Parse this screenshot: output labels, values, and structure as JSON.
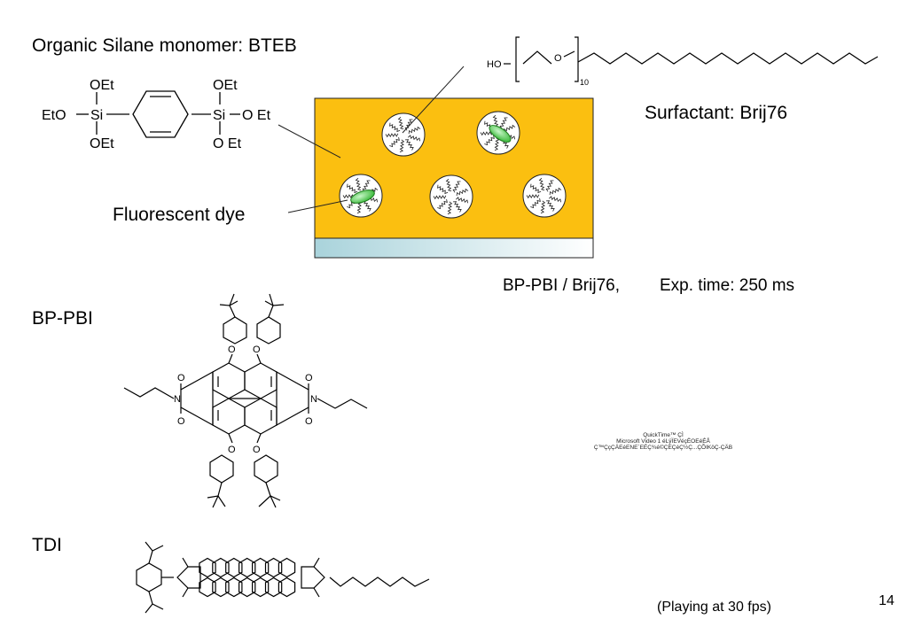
{
  "slide": {
    "title": "Organic Silane monomer: BTEB",
    "surfactant_label": "Surfactant: Brij76",
    "dye_label": "Fluorescent dye",
    "caption_compound": "BP-PBI / Brij76,",
    "caption_exposure": "Exp. time: 250 ms",
    "bppbi_label": "BP-PBI",
    "tdi_label": "TDI",
    "playing_note": "(Playing at 30 fps)",
    "page_number": "14"
  },
  "quicktime_placeholder": {
    "line1": "QuickTime™ ÇÌ",
    "line2": "Microsoft Video 1 éLÿÏEVéçËOEéÉÅ",
    "line3": "Ç™ÇçÇÄEéENE`EÉÇ¾é©ÇEÇéÇ½Ç...ÇÕIKöÇ-ÇÄB"
  },
  "btebr": {
    "oet_top_left": "OEt",
    "oet_top_right": "OEt",
    "eto_left": "EtO",
    "si_left": "Si",
    "si_right": "Si",
    "oet_right": "O Et",
    "oet_bottom_left": "OEt",
    "oet_bottom_right": "O Et"
  },
  "brij": {
    "ho": "HO",
    "o": "O",
    "subscript": "10"
  },
  "bppbi_atoms": {
    "o": "O",
    "n": "N"
  },
  "colors": {
    "matrix": "#fbbf10",
    "substrate": "#cfe6ea",
    "dye": "#3bc43b"
  }
}
